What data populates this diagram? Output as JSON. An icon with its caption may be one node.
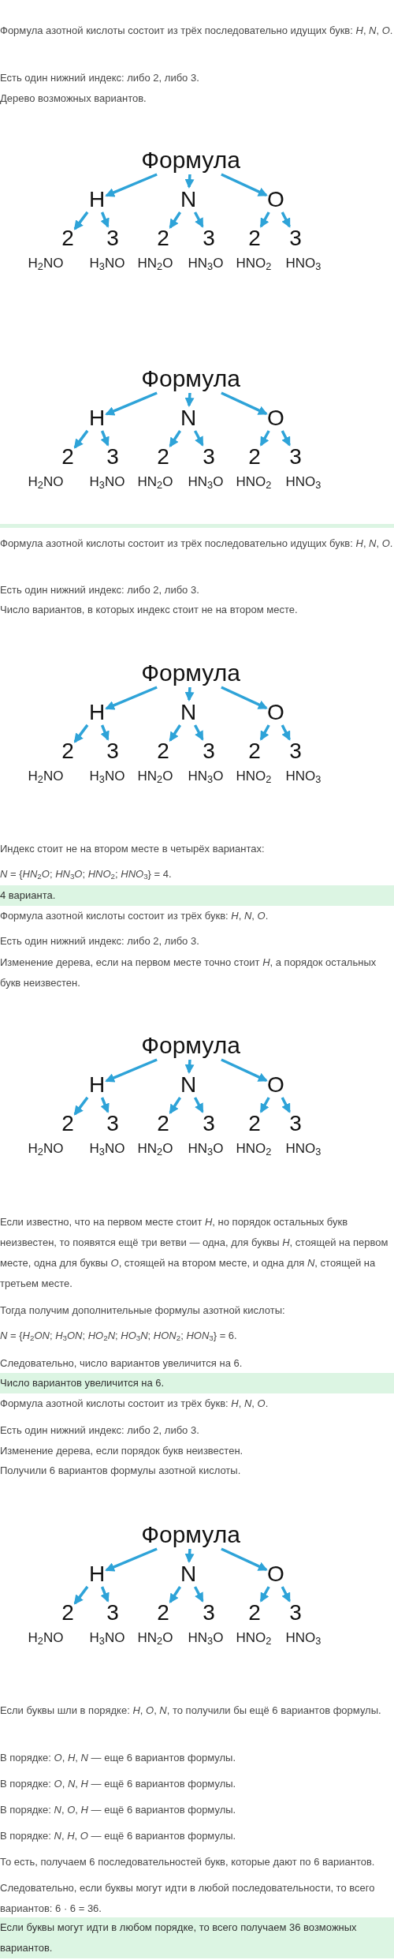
{
  "diagram": {
    "nodes": [
      {
        "text": [
          "Формула"
        ]
      },
      {
        "text": [
          "H"
        ]
      },
      {
        "text": [
          "N"
        ]
      },
      {
        "text": [
          "O"
        ]
      },
      {
        "text": [
          "2"
        ],
        "beside": [
          "H$_{2}$NO"
        ]
      },
      {
        "text": [
          "3"
        ],
        "beside": [
          "H$_{3}$NO"
        ]
      },
      {
        "text": [
          "2"
        ],
        "beside": [
          "HN$_{2}$O"
        ]
      },
      {
        "text": [
          "3"
        ],
        "beside": [
          "HN$_{3}$O"
        ]
      },
      {
        "text": [
          "2"
        ],
        "beside": [
          "HNO$_{2}$"
        ]
      },
      {
        "text": [
          "3"
        ],
        "beside": [
          "HNO$_{3}$"
        ]
      },
      {
        "text": [
          "Формула"
        ]
      },
      {
        "text": [
          "H"
        ]
      },
      {
        "text": [
          "N"
        ]
      },
      {
        "text": [
          "O"
        ]
      },
      {
        "text": [
          "2"
        ],
        "beside": [
          "H$_{2}$NO"
        ]
      },
      {
        "text": [
          "3"
        ],
        "beside": [
          "H$_{3}$NO"
        ]
      },
      {
        "text": [
          "2"
        ],
        "beside": [
          "HN$_{2}$O"
        ]
      },
      {
        "text": [
          "3"
        ],
        "beside": [
          "HN$_{3}$O"
        ]
      },
      {
        "text": [
          "2"
        ],
        "beside": [
          "HNO$_{2}$"
        ]
      },
      {
        "text": [
          "3"
        ],
        "beside": [
          "HNO$_{3}$"
        ]
      },
      {
        "text": [
          "Формула"
        ]
      },
      {
        "text": [
          "H"
        ]
      },
      {
        "text": [
          "N"
        ]
      },
      {
        "text": [
          "O"
        ]
      },
      {
        "text": [
          "2"
        ],
        "beside": [
          "H$_{2}$NO"
        ]
      },
      {
        "text": [
          "3"
        ],
        "beside": [
          "H$_{3}$NO"
        ]
      },
      {
        "text": [
          "2"
        ],
        "beside": [
          "HN$_{2}$O"
        ]
      },
      {
        "text": [
          "3"
        ],
        "beside": [
          "HN$_{3}$O"
        ]
      },
      {
        "text": [
          "2"
        ],
        "beside": [
          "HNO$_{2}$"
        ]
      },
      {
        "text": [
          "3"
        ],
        "beside": [
          "HNO$_{3}$"
        ]
      },
      {
        "text": [
          "Формула"
        ]
      },
      {
        "text": [
          "H"
        ]
      },
      {
        "text": [
          "N"
        ]
      },
      {
        "text": [
          "O"
        ]
      },
      {
        "text": [
          "2"
        ],
        "beside": [
          "H$_{2}$NO"
        ]
      },
      {
        "text": [
          "3"
        ],
        "beside": [
          "H$_{3}$NO"
        ]
      },
      {
        "text": [
          "2"
        ],
        "beside": [
          "HN$_{2}$O"
        ]
      },
      {
        "text": [
          "3"
        ],
        "beside": [
          "HN$_{3}$O"
        ]
      },
      {
        "text": [
          "2"
        ],
        "beside": [
          "HNO$_{2}$"
        ]
      },
      {
        "text": [
          "3"
        ],
        "beside": [
          "HNO$_{3}$"
        ]
      },
      {
        "text": [
          "Формула"
        ]
      },
      {
        "text": [
          "H"
        ]
      },
      {
        "text": [
          "N"
        ]
      },
      {
        "text": [
          "O"
        ]
      },
      {
        "text": [
          "2"
        ],
        "beside": [
          "H$_{2}$NO"
        ]
      },
      {
        "text": [
          "3"
        ],
        "beside": [
          "H$_{3}$NO"
        ]
      },
      {
        "text": [
          "2"
        ],
        "beside": [
          "HN$_{2}$O"
        ]
      },
      {
        "text": [
          "3"
        ],
        "beside": [
          "HN$_{3}$O"
        ]
      },
      {
        "text": [
          "2"
        ],
        "beside": [
          "HNO$_{2}$"
        ]
      },
      {
        "text": [
          "3"
        ],
        "beside": [
          "HNO$_{3}$"
        ]
      }
    ],
    "edges": [
      {
        "from": 0,
        "to": 1,
        "arrow": "to"
      },
      {
        "from": 0,
        "to": 2,
        "arrow": "to"
      },
      {
        "from": 0,
        "to": 3,
        "arrow": "to"
      },
      {
        "from": 1,
        "to": 4,
        "arrow": "to"
      },
      {
        "from": 1,
        "to": 5,
        "arrow": "to"
      },
      {
        "from": 2,
        "to": 6,
        "arrow": "to"
      },
      {
        "from": 2,
        "to": 7,
        "arrow": "to"
      },
      {
        "from": 3,
        "to": 8,
        "arrow": "to"
      },
      {
        "from": 3,
        "to": 9,
        "arrow": "to"
      },
      {
        "from": 10,
        "to": 11,
        "arrow": "to"
      },
      {
        "from": 10,
        "to": 12,
        "arrow": "to"
      },
      {
        "from": 10,
        "to": 13,
        "arrow": "to"
      },
      {
        "from": 11,
        "to": 14,
        "arrow": "to"
      },
      {
        "from": 11,
        "to": 15,
        "arrow": "to"
      },
      {
        "from": 12,
        "to": 16,
        "arrow": "to"
      },
      {
        "from": 12,
        "to": 17,
        "arrow": "to"
      },
      {
        "from": 13,
        "to": 18,
        "arrow": "to"
      },
      {
        "from": 13,
        "to": 19,
        "arrow": "to"
      },
      {
        "from": 20,
        "to": 21,
        "arrow": "to"
      },
      {
        "from": 20,
        "to": 22,
        "arrow": "to"
      },
      {
        "from": 20,
        "to": 23,
        "arrow": "to"
      },
      {
        "from": 21,
        "to": 24,
        "arrow": "to"
      },
      {
        "from": 21,
        "to": 25,
        "arrow": "to"
      },
      {
        "from": 22,
        "to": 26,
        "arrow": "to"
      },
      {
        "from": 22,
        "to": 27,
        "arrow": "to"
      },
      {
        "from": 23,
        "to": 28,
        "arrow": "to"
      },
      {
        "from": 23,
        "to": 29,
        "arrow": "to"
      },
      {
        "from": 30,
        "to": 31,
        "arrow": "to"
      },
      {
        "from": 30,
        "to": 32,
        "arrow": "to"
      },
      {
        "from": 30,
        "to": 33,
        "arrow": "to"
      },
      {
        "from": 31,
        "to": 34,
        "arrow": "to"
      },
      {
        "from": 31,
        "to": 35,
        "arrow": "to"
      },
      {
        "from": 32,
        "to": 36,
        "arrow": "to"
      },
      {
        "from": 32,
        "to": 37,
        "arrow": "to"
      },
      {
        "from": 33,
        "to": 38,
        "arrow": "to"
      },
      {
        "from": 33,
        "to": 39,
        "arrow": "to"
      },
      {
        "from": 40,
        "to": 41,
        "arrow": "to"
      },
      {
        "from": 40,
        "to": 42,
        "arrow": "to"
      },
      {
        "from": 40,
        "to": 43,
        "arrow": "to"
      },
      {
        "from": 41,
        "to": 44,
        "arrow": "to"
      },
      {
        "from": 41,
        "to": 45,
        "arrow": "to"
      },
      {
        "from": 42,
        "to": 46,
        "arrow": "to"
      },
      {
        "from": 42,
        "to": 47,
        "arrow": "to"
      },
      {
        "from": 43,
        "to": 48,
        "arrow": "to"
      },
      {
        "from": 43,
        "to": 49,
        "arrow": "to"
      }
    ],
    "labels": [
      "Формула азотной кислоты состоит из трёх последовательно идущих букв: *H*, *N*, *O*.",
      "Есть один нижний индекс: либо 2, либо 3.",
      "Дерево возможных вариантов.",
      "Формула азотной кислоты состоит из трёх последовательно идущих букв: *H*, *N*, *O*.",
      "Есть один нижний индекс: либо 2, либо 3.",
      "Число вариантов, в которых индекс стоит не на втором месте.",
      "Индекс стоит не на втором месте в четырёх вариантах:",
      "*N* = {*HN*$_{2}$*O*; *HN*$_{3}$*O*; *HNO*$_{2}$; *HNO*$_{3}$} = 4.",
      "4 варианта.",
      "Формула азотной кислоты состоит из трёх букв: *H*, *N*, *O*.",
      "Есть один нижний индекс: либо 2, либо 3.",
      "Изменение дерева, если на первом месте точно стоит *H*, а порядок остальных букв неизвестен.",
      "Если известно, что на первом месте стоит *H*, но порядок остальных букв неизвестен, то появятся ещё три ветви — одна, для буквы *H*, стоящей на первом месте, одна для буквы *O*, стоящей на втором месте, и одна для *N*, стоящей на третьем месте.",
      "Тогда получим дополнительные формулы азотной кислоты:",
      "*N* = {*H*$_{2}$*ON*; *H*$_{3}$*ON*; *HO*$_{2}$*N*; *HO*$_{3}$*N*; *HON*$_{2}$; *HON*$_{3}$} = 6.",
      "Следовательно, число вариантов увеличится на 6.",
      "Число вариантов увеличится на 6.",
      "Формула азотной кислоты состоит из трёх букв: *H*, *N*, *O*.",
      "Есть один нижний индекс: либо 2, либо 3.",
      "Изменение дерева, если порядок букв неизвестен.",
      "Получили 6 вариантов формулы азотной кислоты.",
      "Если буквы шли в порядке: *H*, *O*, *N*, то получили бы ещё 6 вариантов формулы.",
      "В порядке: *O*, *H*, *N* — еще 6 вариантов формулы.",
      "В порядке: *O*, *N*, *H* — ещё 6 вариантов формулы.",
      "В порядке: *N*, *O*, *H* — ещё 6 вариантов формулы.",
      "В порядке: *N*, *H*, *O* — ещё 6 вариантов формулы.",
      "То есть, получаем 6 последовательностей букв, которые дают по 6 вариантов.",
      "Следовательно, если буквы могут идти в любой последовательности, то всего вариантов: 6 · 6 = 36.",
      "Если буквы могут идти в любом порядке, то всего получаем 36 возможных вариантов."
    ]
  }
}
